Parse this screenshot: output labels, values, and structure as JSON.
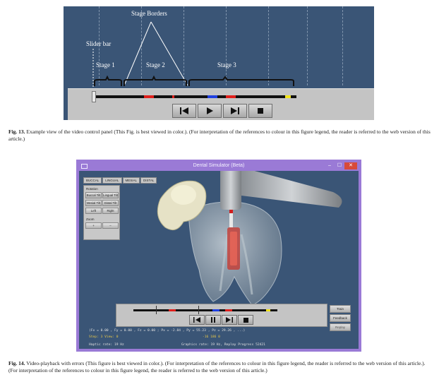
{
  "figure13": {
    "annotations": {
      "stage_borders": "Stage Borders",
      "slider_bar": "Slider bar",
      "stage1": "Stage 1",
      "stage2": "Stage 2",
      "stage3": "Stage 3"
    },
    "segment_colors": {
      "red": "#e0201c",
      "blue": "#2040e0",
      "yellow": "#f2e41c"
    },
    "caption_label": "Fig. 13.",
    "caption_text": "Example view of the video control panel (This Fig. is best viewed in color.). (For interpretation of the references to colour in this figure legend, the reader is referred to the web version of this article.)"
  },
  "figure14": {
    "window_title": "Dental Simulator (Beta)",
    "window_controls": {
      "minimize": "–",
      "maximize": "☐",
      "close": "✕"
    },
    "tabs": [
      "BUCCAL",
      "LINGUAL",
      "MESIAL",
      "DISTAL"
    ],
    "rotation_label": "Rotation",
    "rotation_buttons": [
      "Buccal Tilt",
      "Lingual Tilt",
      "Mesial Tilt",
      "Distal Tilt",
      "Left",
      "Right"
    ],
    "zoom_label": "Zoom",
    "zoom_buttons": [
      "+",
      "–"
    ],
    "right_buttons": [
      "Train",
      "Feedback",
      "Replay"
    ],
    "force_line": "(Fx = 0.00 , Fy = 0.00 , Fz = 0.00 ; Px = -2.84 , Py = 55.23 , Pz = 29.26 , ...)",
    "step_line": "Step: 3   View: 0",
    "coord_line": "-16 186 0",
    "haptic_rate": "Haptic rate: 19 Hz",
    "graphics_rate": "Graphics rate: 19 Hz, Replay Progress 52421",
    "caption_label": "Fig. 14.",
    "caption_text": "Video-playback with errors (This figure is best viewed in color.). (For interpretation of the references to colour in this figure legend, the reader is referred to the web version of this article.). (For interpretation of the references to colour in this figure legend, the reader is referred to the web version of this article.)"
  }
}
